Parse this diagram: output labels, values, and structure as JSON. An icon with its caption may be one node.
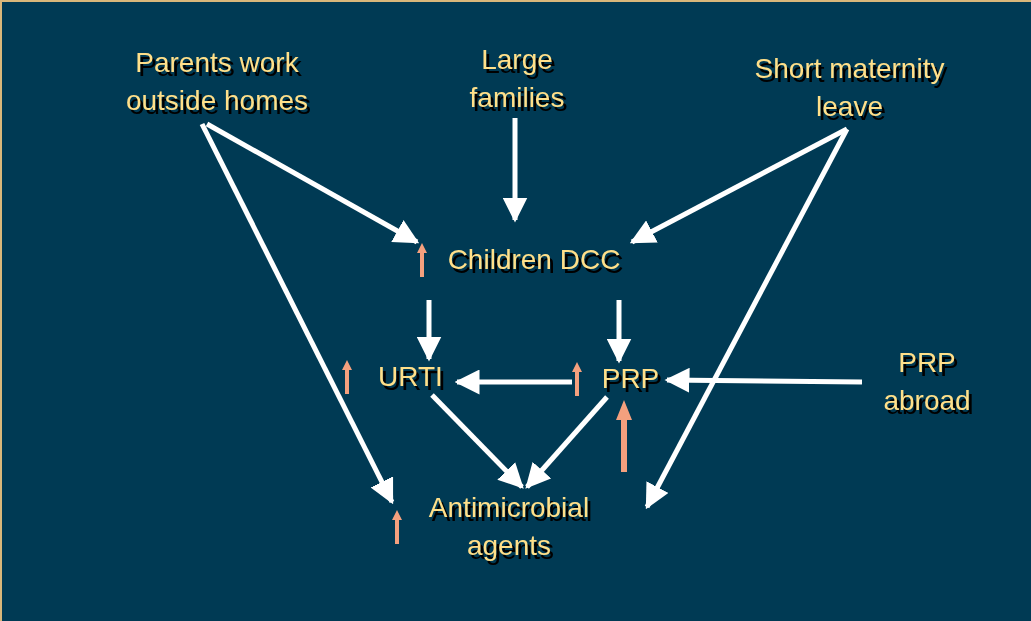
{
  "diagram": {
    "nodes": [
      {
        "text": [
          "Parents work outside homes"
        ]
      },
      {
        "text": [
          "Large families"
        ]
      },
      {
        "text": [
          "Short maternity leave"
        ]
      },
      {
        "text": [
          "Children DCC"
        ]
      },
      {
        "text": [
          "URTI"
        ]
      },
      {
        "text": [
          "PRP"
        ]
      },
      {
        "text": [
          "PRP abroad"
        ]
      },
      {
        "text": [
          "Antimicrobial agents"
        ]
      }
    ],
    "edges": [
      {
        "from": 0,
        "to": 3,
        "arrow": "to"
      },
      {
        "from": 0,
        "to": 7,
        "arrow": "to"
      },
      {
        "from": 1,
        "to": 3,
        "arrow": "to"
      },
      {
        "from": 2,
        "to": 3,
        "arrow": "to"
      },
      {
        "from": 2,
        "to": 7,
        "arrow": "to"
      },
      {
        "from": 3,
        "to": 4,
        "arrow": "to"
      },
      {
        "from": 3,
        "to": 5,
        "arrow": "to"
      },
      {
        "from": 5,
        "to": 4,
        "arrow": "to"
      },
      {
        "from": 6,
        "to": 5,
        "arrow": "to"
      },
      {
        "from": 4,
        "to": 7,
        "arrow": "to"
      },
      {
        "from": 5,
        "to": 7,
        "arrow": "to"
      }
    ]
  }
}
